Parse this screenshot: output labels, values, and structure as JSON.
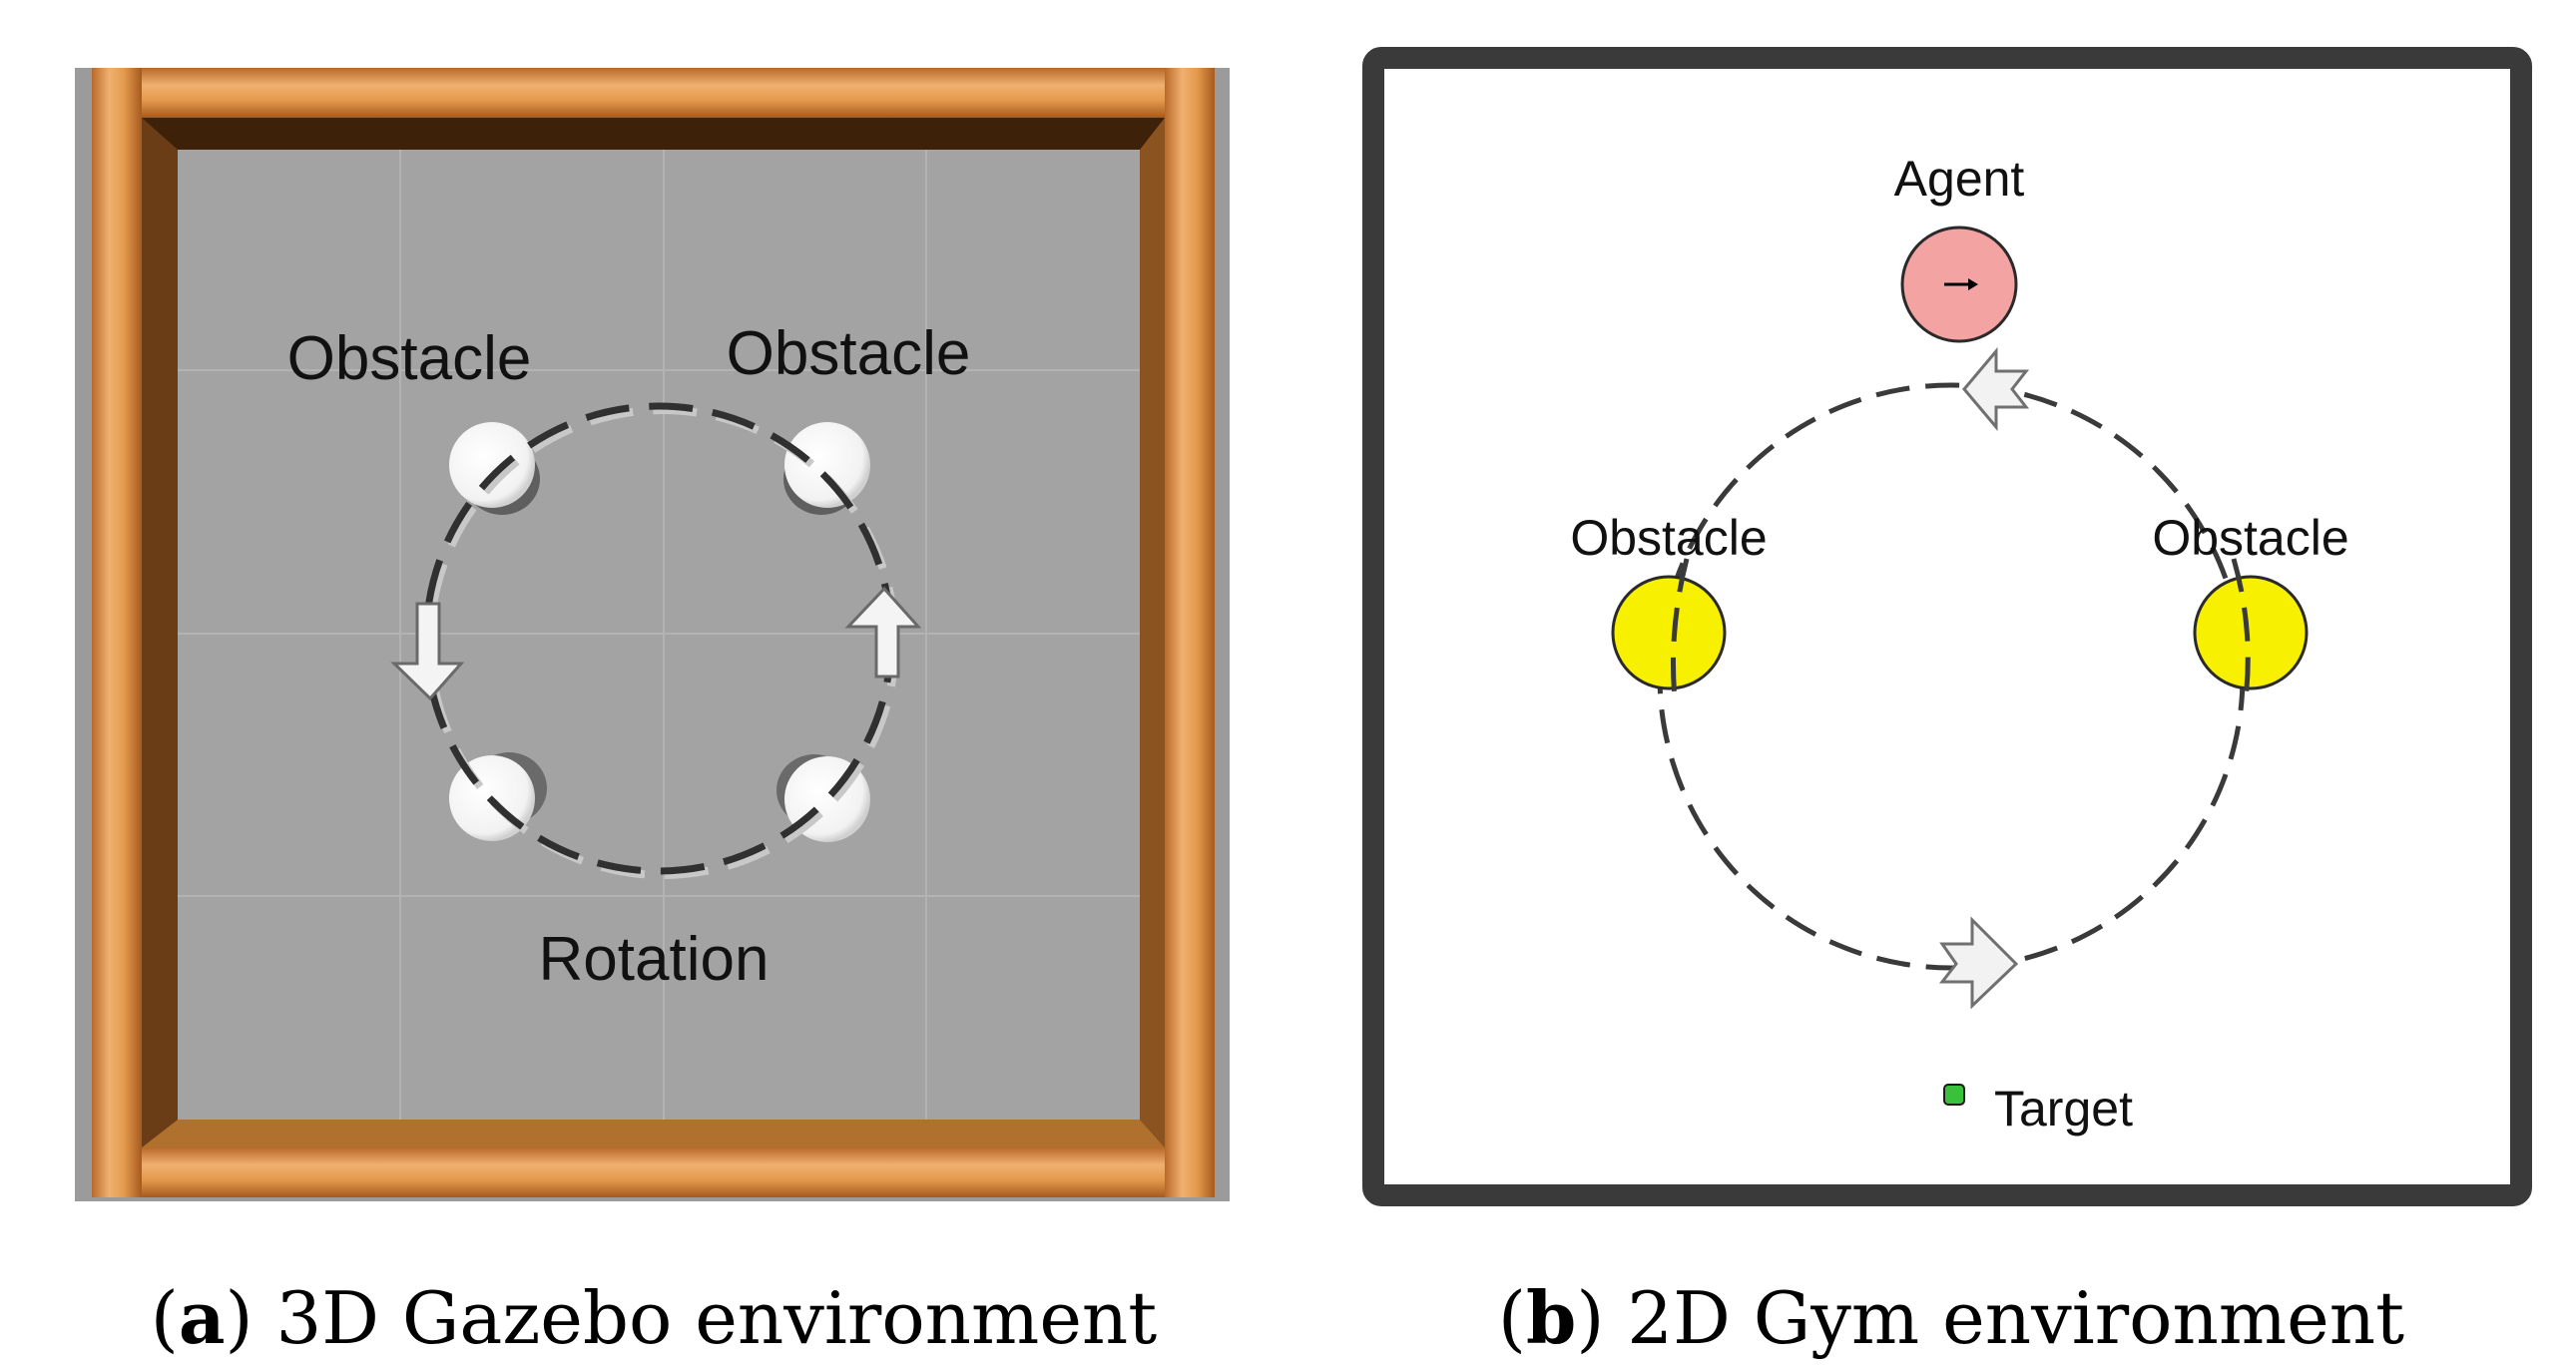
{
  "panel_a": {
    "labels": {
      "obstacle_left": "Obstacle",
      "obstacle_right": "Obstacle",
      "rotation": "Rotation"
    },
    "caption": {
      "letter": "a",
      "text": " 3D Gazebo environment"
    },
    "colors": {
      "floor": "#a3a3a3",
      "grid": "#b5b5b5",
      "wood": "#d98e3e",
      "wood_dark": "#5a3212"
    }
  },
  "panel_b": {
    "labels": {
      "agent": "Agent",
      "obstacle_left": "Obstacle",
      "obstacle_right": "Obstacle",
      "target": "Target"
    },
    "caption": {
      "letter": "b",
      "text": " 2D Gym environment"
    },
    "colors": {
      "frame": "#3a3a3a",
      "agent": "#f4a3a3",
      "obstacle": "#f7f000",
      "target": "#39c13b"
    }
  }
}
